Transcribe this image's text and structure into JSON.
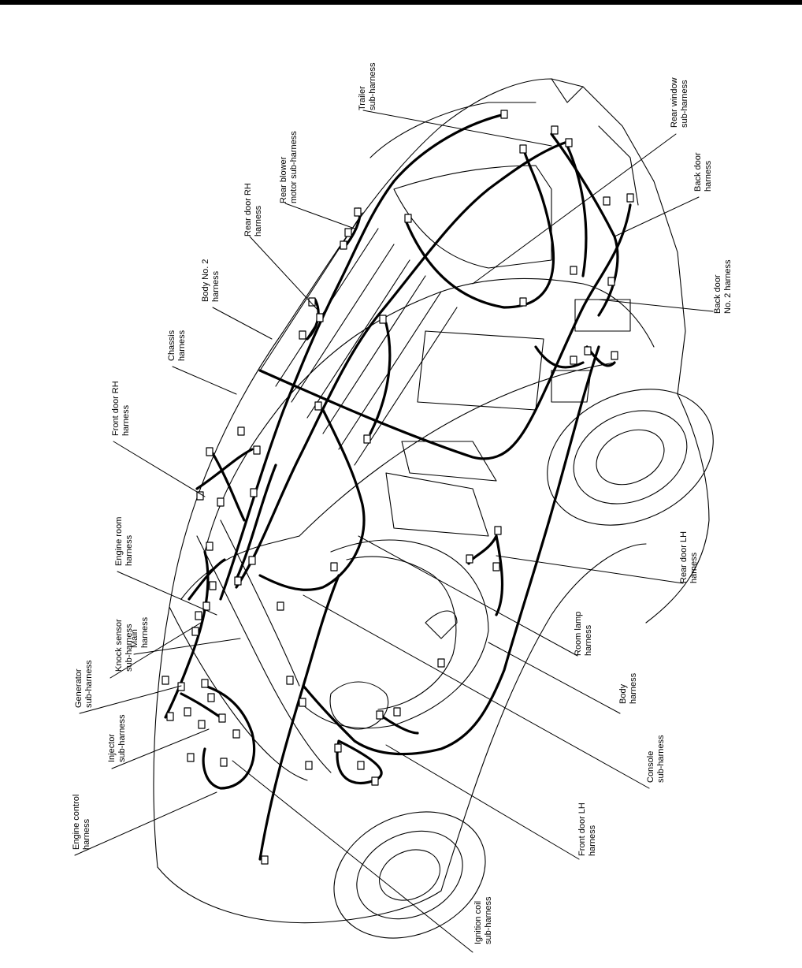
{
  "labels": {
    "trailer": "Trailer\nsub-harness",
    "rear_window": "Rear window\nsub-harness",
    "rear_blower": "Rear blower\nmotor sub-harness",
    "back_door": "Back door\nharness",
    "rear_door_rh": "Rear door RH\nharness",
    "body_no2": "Body No. 2\nharness",
    "back_door_no2": "Back door\nNo. 2 harness",
    "chassis": "Chassis\nharness",
    "front_door_rh": "Front door RH\nharness",
    "engine_room": "Engine room\nharness",
    "rear_door_lh": "Rear door LH\nharness",
    "knock_sensor": "Knock sensor\nsub-harness",
    "main": "Main\nharness",
    "generator": "Generator\nsub-harness",
    "room_lamp": "Room lamp\nharness",
    "body": "Body\nharness",
    "injector": "Injector\nsub-harness",
    "engine_control": "Engine control\nharness",
    "console": "Console\nsub-harness",
    "front_door_lh": "Front door LH\nharness",
    "ignition_coil": "Ignition coil\nsub-harness"
  }
}
